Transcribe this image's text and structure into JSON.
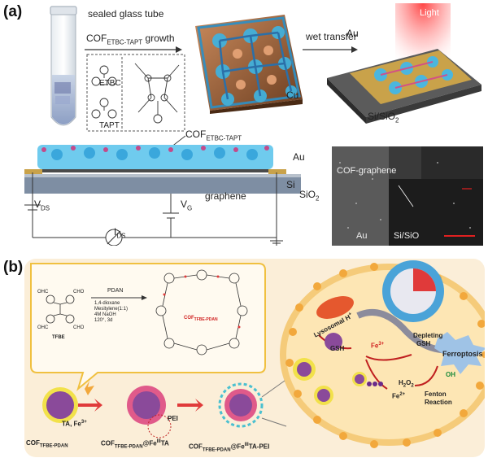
{
  "panel_a": {
    "label": "(a)",
    "tube_label": "sealed glass tube",
    "growth_label": "COF",
    "growth_sub": "ETBC-TAPT",
    "growth_suffix": " growth",
    "wet_transfer": "wet transfer",
    "etbc": "ETBC",
    "tapt": "TAPT",
    "cu": "Cu",
    "au_top": "Au",
    "light": "Light",
    "si_sio2": "Si/SiO",
    "si_sio2_sub": "2",
    "cof_label": "COF",
    "cof_sub": "ETBC-TAPT",
    "au_bottom": "Au",
    "si": "Si",
    "sio2": "SiO",
    "sio2_sub": "2",
    "graphene": "graphene",
    "vds": "V",
    "vds_sub": "DS",
    "vg": "V",
    "vg_sub": "G",
    "ids": "I",
    "ids_sub": "DS",
    "sem_cof_graphene": "COF-graphene",
    "sem_au": "Au",
    "sem_si_sio": "Si/SiO"
  },
  "panel_b": {
    "label": "(b)",
    "chem_cho_1": "OHC",
    "chem_cho_2": "CHO",
    "chem_cho_3": "OHC",
    "chem_cho_4": "CHO",
    "chem_tfbe": "TFBE",
    "reagent": "PDAN",
    "conditions_1": "1,4-dioxane",
    "conditions_2": "Mesitylene(1:1)",
    "conditions_3": "4M NaOH",
    "conditions_4": "120°, 3d",
    "product": "COF",
    "product_sub": "TFBE-PDAN",
    "step1": "TA, Fe",
    "step1_sup": "3+",
    "step2": "PEI",
    "np1": "COF",
    "np1_sub": "TFBE-PDAN",
    "np2": "COF",
    "np2_sub": "TFBE-PDAN",
    "np2_suffix": "@Fe",
    "np2_sup": "III",
    "np2_end": "TA",
    "np3": "COF",
    "np3_sub": "TFBE-PDAN",
    "np3_suffix": "@Fe",
    "np3_sup": "III",
    "np3_end": "TA-PEI",
    "lysosomal": "Lysosomal H",
    "lysosomal_sup": "+",
    "gsh": "GSH",
    "fe3": "Fe",
    "fe3_sup": "3+",
    "depleting": "Depleting",
    "depleting_gsh": "GSH",
    "ferroptosis": "Ferroptosis",
    "h2o2": "H",
    "h2o2_mid": "2",
    "h2o2_o": "O",
    "h2o2_end": "2",
    "fe2": "Fe",
    "fe2_sup": "2+",
    "oh": "OH",
    "fenton": "Fenton",
    "reaction": "Reaction"
  }
}
